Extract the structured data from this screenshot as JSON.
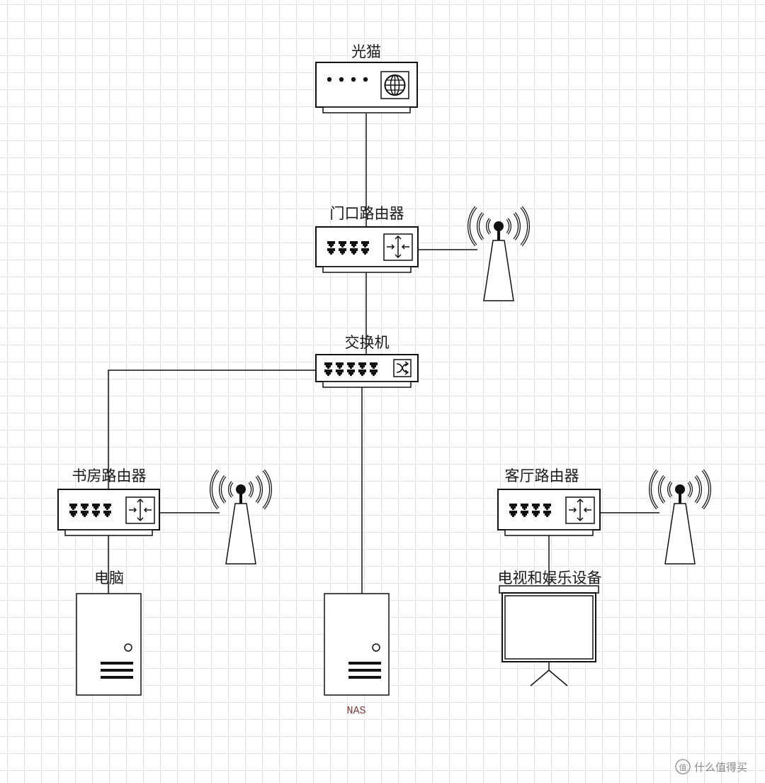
{
  "diagram": {
    "labels": {
      "modem": "光猫",
      "entrance_router": "门口路由器",
      "switch": "交换机",
      "study_router": "书房路由器",
      "living_router": "客厅路由器",
      "pc": "电脑",
      "nas": "NAS",
      "tv": "电视和娱乐设备"
    },
    "watermark": {
      "text": "什么值得买",
      "logo": "值"
    }
  }
}
